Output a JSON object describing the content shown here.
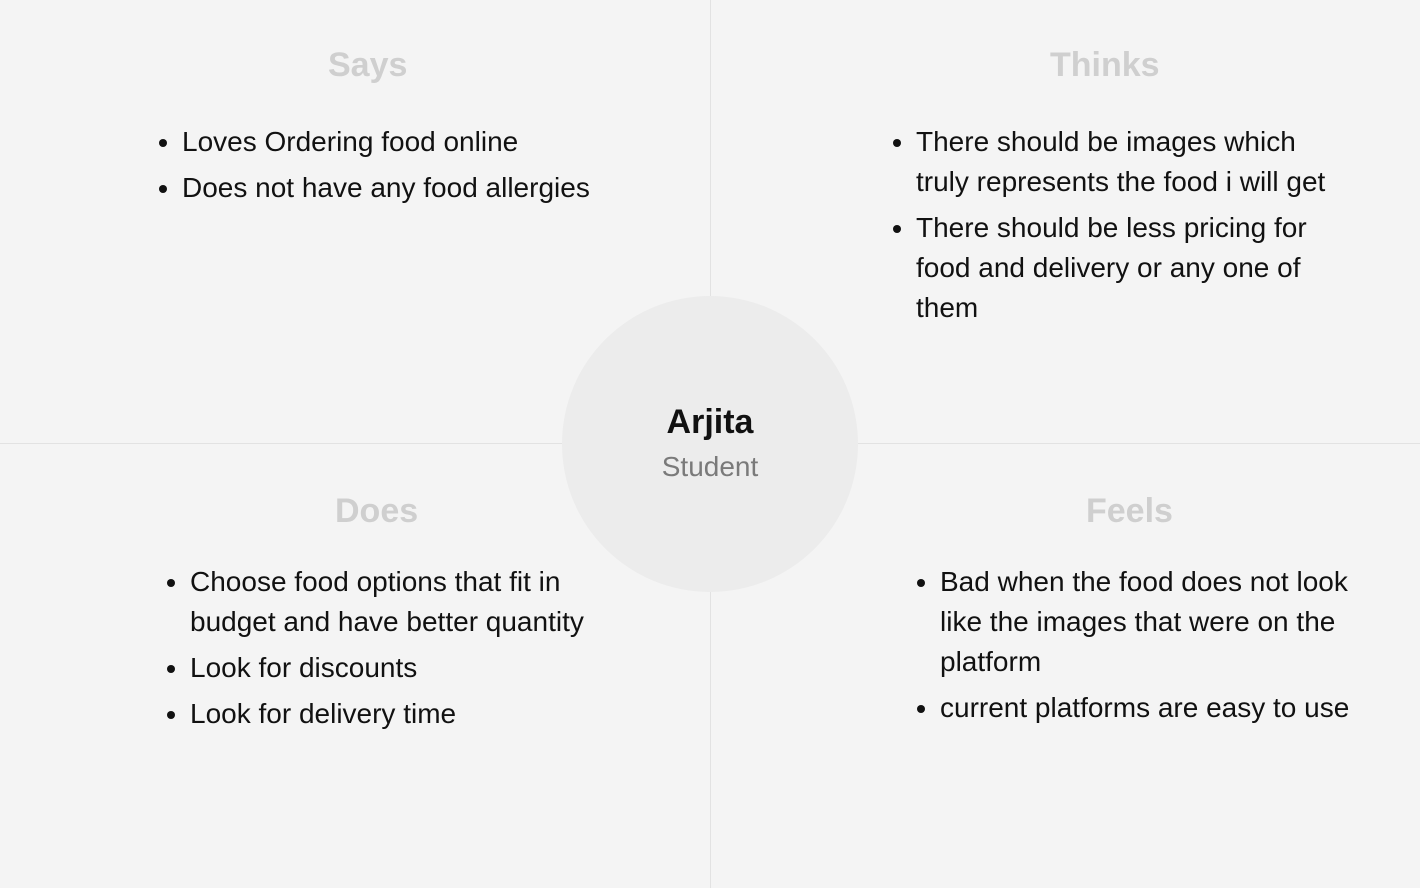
{
  "persona": {
    "name": "Arjita",
    "role": "Student"
  },
  "says": {
    "title": "Says",
    "items": [
      "Loves Ordering food online",
      "Does not have any food allergies"
    ]
  },
  "thinks": {
    "title": "Thinks",
    "items": [
      "There should be images which truly represents the food i will get",
      "There should be less pricing for food and delivery or any one of them"
    ]
  },
  "does": {
    "title": "Does",
    "items": [
      "Choose food options that fit in budget and have better quantity",
      "Look for discounts",
      "Look for delivery time"
    ]
  },
  "feels": {
    "title": "Feels",
    "items": [
      "Bad when the food does not look like the images that were on the platform",
      "current platforms are easy to use"
    ]
  },
  "colors": {
    "background": "#f4f4f4",
    "circle": "#ececec",
    "quadrant_title": "#cfcfcf",
    "divider": "#e2e2e2"
  }
}
